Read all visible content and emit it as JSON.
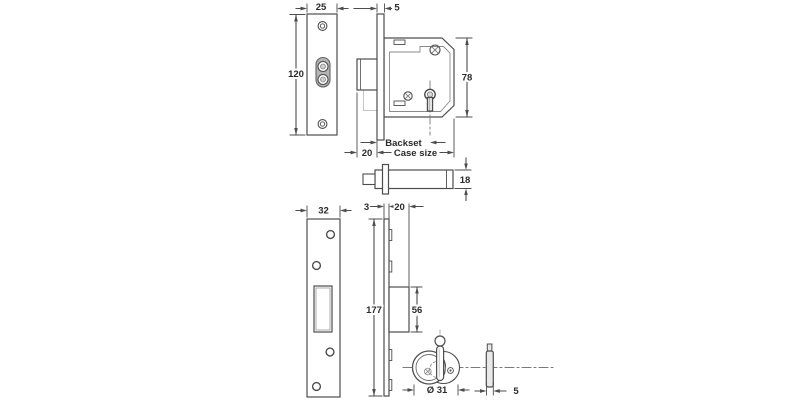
{
  "diagram": {
    "type": "technical-drawing",
    "dimensions": {
      "forend_width": "25",
      "faceplate_thickness_side": "5",
      "forend_height": "120",
      "case_height": "78",
      "backset_label": "Backset",
      "bolt_throw": "20",
      "case_size_label": "Case size",
      "deadbolt_diameter": "18",
      "strike_plate_width": "32",
      "faceplate_thickness_front": "3",
      "bolt_width": "20",
      "faceplate_height": "177",
      "bolt_height": "56",
      "thumbturn_diameter": "Ø 31",
      "thumbturn_thickness": "5"
    },
    "colors": {
      "line": "#4d4d4d",
      "text": "#2b2b2b",
      "fill_gray": "#b3b3b3",
      "fill_light": "#e8e8e8",
      "background": "#ffffff"
    }
  }
}
